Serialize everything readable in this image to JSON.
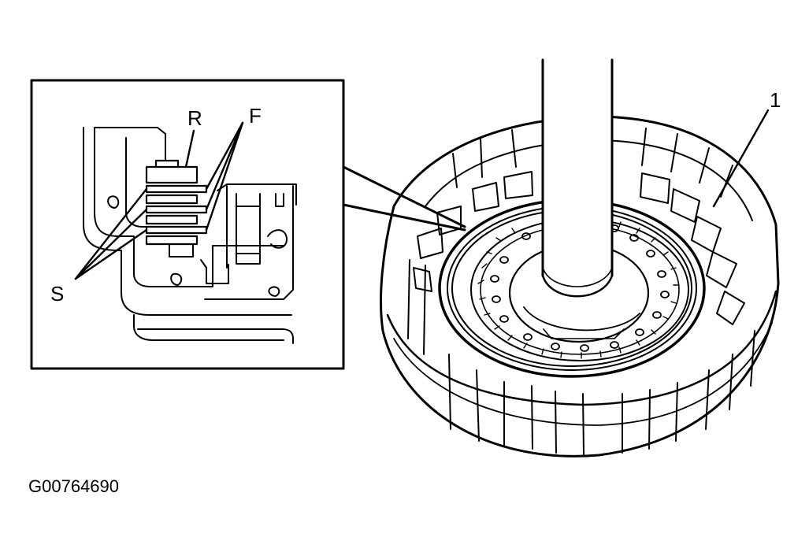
{
  "callouts": {
    "r": "R",
    "f": "F",
    "s": "S",
    "one": "1"
  },
  "figure_id": "G00764690"
}
